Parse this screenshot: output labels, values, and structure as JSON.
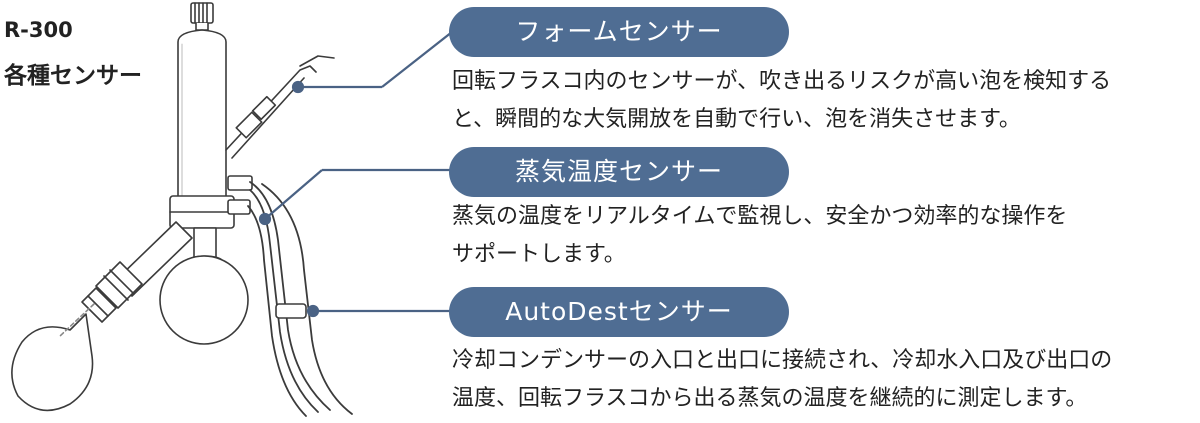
{
  "model": "R-300",
  "title": "各種センサー",
  "colors": {
    "pill": "#4f6d93",
    "connector": "#4a6284",
    "line_art": "#3b3b3b"
  },
  "sensors": [
    {
      "label": "フォームセンサー",
      "description": [
        "回転フラスコ内のセンサーが、吹き出るリスクが高い泡を検知する",
        "と、瞬間的な大気開放を自動で行い、泡を消失させます。"
      ]
    },
    {
      "label": "蒸気温度センサー",
      "description": [
        "蒸気の温度をリアルタイムで監視し、安全かつ効率的な操作を",
        "サポートします。"
      ]
    },
    {
      "label": "AutoDestセンサー",
      "description": [
        "冷却コンデンサーの入口と出口に接続され、冷却水入口及び出口の",
        "温度、回転フラスコから出る蒸気の温度を継続的に測定します。"
      ]
    }
  ]
}
